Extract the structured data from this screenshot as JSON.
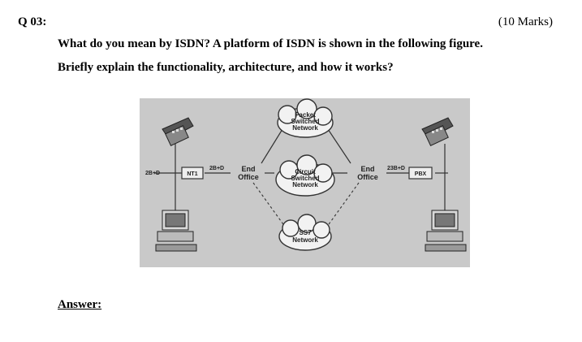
{
  "question": {
    "number": "Q 03:",
    "marks": "(10 Marks)",
    "line1": "What do you mean by ISDN? A platform of ISDN is shown in the following figure.",
    "line2": "Briefly explain the functionality, architecture, and how it works?"
  },
  "figure": {
    "labels": {
      "packet_network": [
        "Packet",
        "Switched",
        "Network"
      ],
      "circuit_network": [
        "Circuit",
        "Switched",
        "Network"
      ],
      "ss7_network": [
        "SS7",
        "Network"
      ],
      "end_office_left": [
        "End",
        "Office"
      ],
      "end_office_right": [
        "End",
        "Office"
      ],
      "nt1": "NT1",
      "pbx": "PBX",
      "link_left_outer": "2B+D",
      "link_left_inner": "2B+D",
      "link_right": "23B+D"
    }
  },
  "answer_label": "Answer:"
}
